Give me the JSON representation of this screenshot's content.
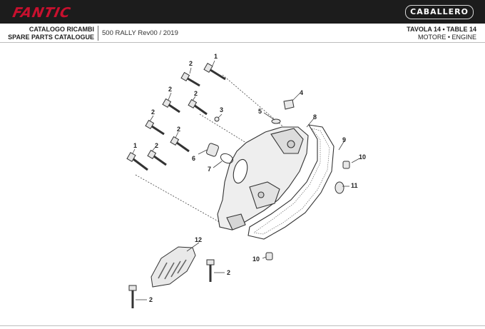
{
  "brand": {
    "logo_text": "FANTIC",
    "model_badge": "CABALLERO",
    "accent": "#c8102e",
    "bar_color": "#1c1c1c"
  },
  "header": {
    "catalog_it": "CATALOGO RICAMBI",
    "catalog_en": "SPARE PARTS CATALOGUE",
    "edition": "500 RALLY Rev00 / 2019",
    "table_title": "TAVOLA 14 • TABLE 14",
    "table_subtitle": "MOTORE • ENGINE"
  },
  "callouts": {
    "c1a": "1",
    "c1b": "1",
    "c2a": "2",
    "c2b": "2",
    "c2c": "2",
    "c2d": "2",
    "c2e": "2",
    "c2f": "2",
    "c2g": "2",
    "c2h": "2",
    "c3": "3",
    "c4": "4",
    "c5": "5",
    "c6": "6",
    "c7": "7",
    "c8": "8",
    "c9": "9",
    "c10a": "10",
    "c10b": "10",
    "c11": "11",
    "c12": "12"
  }
}
